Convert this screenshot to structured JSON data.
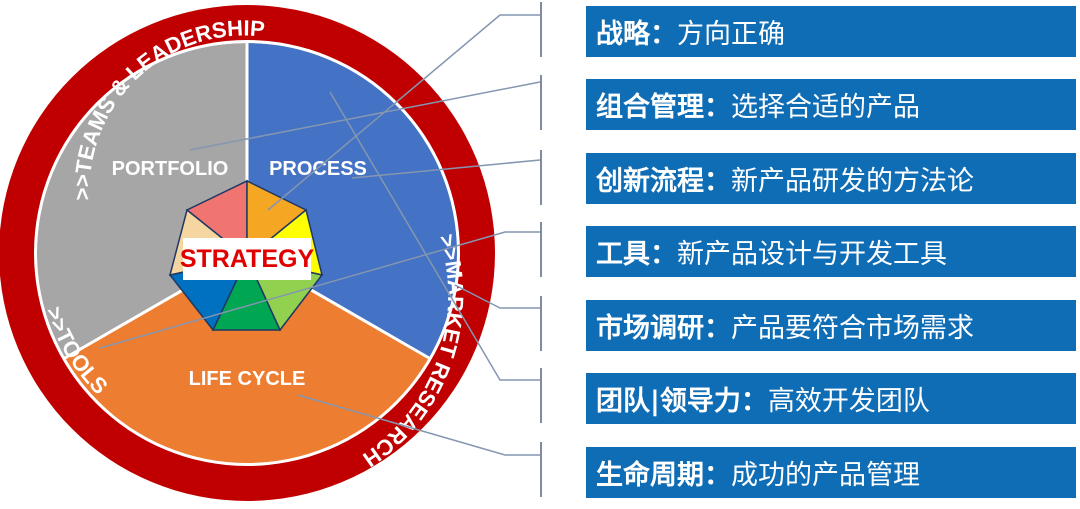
{
  "diagram": {
    "ring_labels": {
      "top": ">>TEAMS & LEADERSHIP",
      "right": ">>MARKET RESEARCH",
      "left": ">>TOOLS"
    },
    "segments": {
      "portfolio": "PORTFOLIO",
      "process": "PROCESS",
      "life_cycle": "LIFE CYCLE"
    },
    "center": "STRATEGY",
    "colors": {
      "ring": "#c00000",
      "portfolio": "#a6a6a6",
      "process": "#4472c4",
      "life_cycle": "#ed7d31",
      "label_box": "#0f6db5",
      "connector": "#8496b0",
      "center_text": "#e00000",
      "heptagon": [
        "#f07470",
        "#f5a623",
        "#ffff00",
        "#92d050",
        "#00a651",
        "#0070c0",
        "#f5d5a0"
      ]
    }
  },
  "labels": [
    {
      "term": "战略",
      "sep": "：",
      "desc": "方向正确"
    },
    {
      "term": "组合管理",
      "sep": "：",
      "desc": "选择合适的产品"
    },
    {
      "term": "创新流程",
      "sep": "：",
      "desc": "新产品研发的方法论"
    },
    {
      "term": "工具",
      "sep": "：",
      "desc": "新产品设计与开发工具"
    },
    {
      "term": "市场调研",
      "sep": "：",
      "desc": "产品要符合市场需求"
    },
    {
      "term": "团队|领导力",
      "sep": "：",
      "desc": "高效开发团队"
    },
    {
      "term": "生命周期",
      "sep": "：",
      "desc": "成功的产品管理"
    }
  ]
}
